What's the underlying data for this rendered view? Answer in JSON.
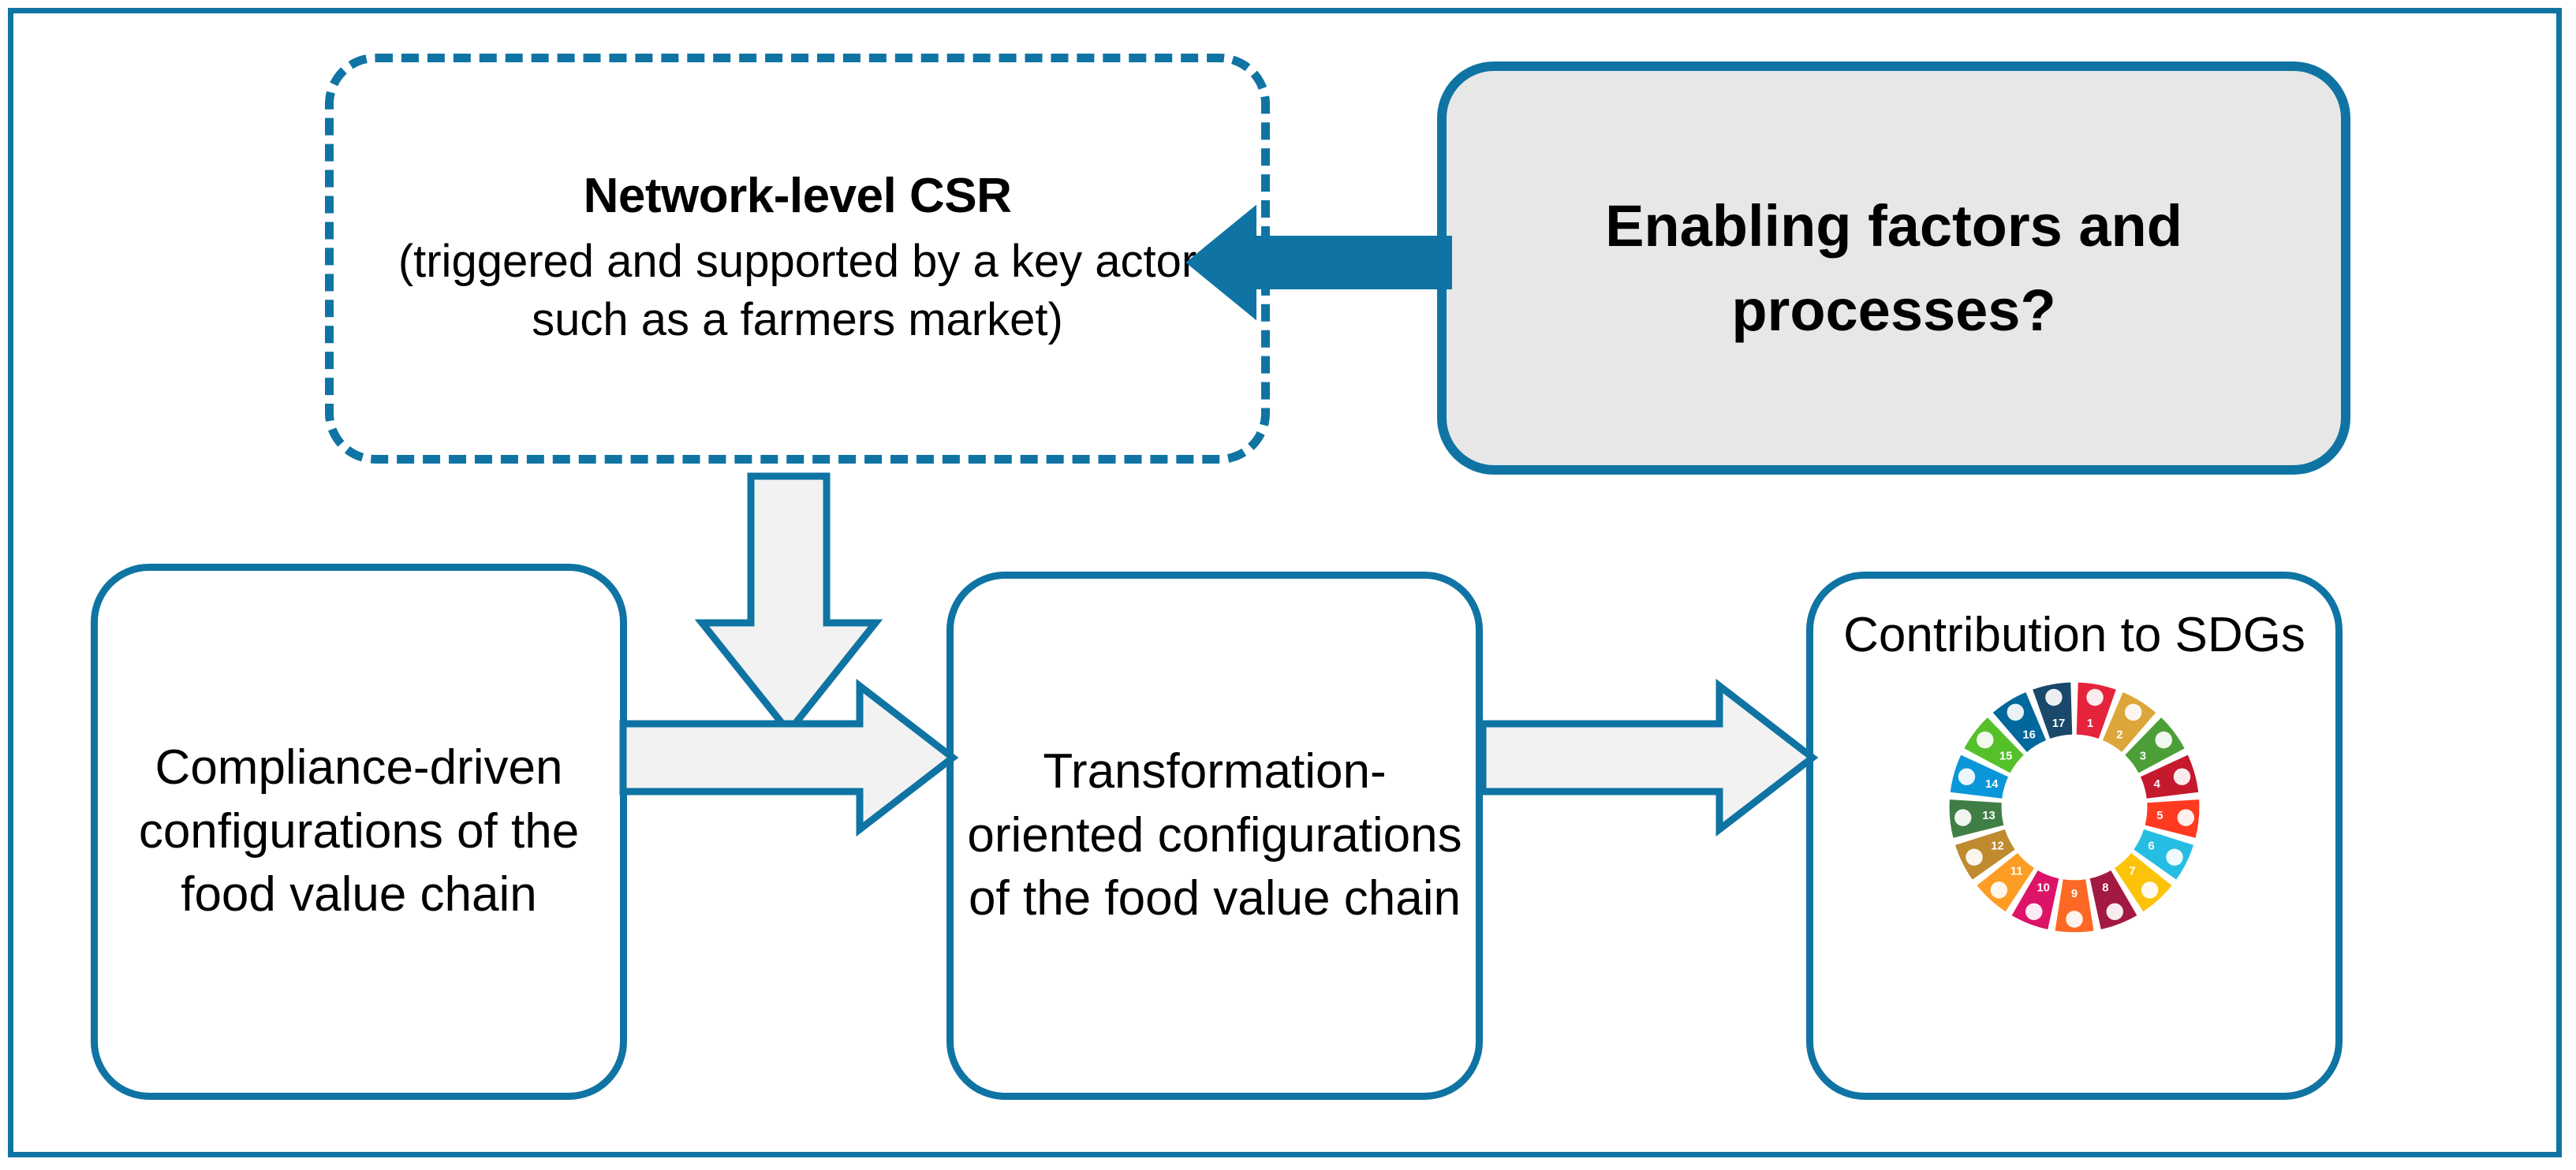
{
  "frame": {
    "border_color": "#0f74a3"
  },
  "nodes": {
    "network_csr": {
      "title": "Network-level CSR",
      "subtitle": "(triggered and supported by a key actor such as a farmers market)",
      "border_color": "#0f74a3",
      "border_style": "dashed",
      "fill": "#ffffff"
    },
    "enabling": {
      "label": "Enabling factors and processes?",
      "border_color": "#0f74a3",
      "fill": "#e7e7e7"
    },
    "compliance": {
      "label": "Compliance-driven configurations of the food value chain",
      "border_color": "#0f74a3",
      "fill": "#ffffff"
    },
    "transformation": {
      "label": "Transformation-oriented configurations of the food value chain",
      "border_color": "#0f74a3",
      "fill": "#ffffff"
    },
    "sdg": {
      "label": "Contribution to SDGs",
      "border_color": "#0f74a3",
      "fill": "#ffffff"
    }
  },
  "arrows": {
    "enabling_to_network": {
      "direction": "left",
      "fill": "#0f74a3",
      "stroke": "#0f74a3"
    },
    "network_to_transformation": {
      "direction": "down",
      "fill": "#f2f2f2",
      "stroke": "#0f74a3"
    },
    "compliance_to_transformation": {
      "direction": "right",
      "fill": "#f2f2f2",
      "stroke": "#0f74a3"
    },
    "transformation_to_sdg": {
      "direction": "right",
      "fill": "#f2f2f2",
      "stroke": "#0f74a3"
    }
  },
  "sdg_wheel": {
    "name": "sdg-color-wheel",
    "segments": [
      {
        "number": "1",
        "color": "#E5243B"
      },
      {
        "number": "2",
        "color": "#DDA63A"
      },
      {
        "number": "3",
        "color": "#4C9F38"
      },
      {
        "number": "4",
        "color": "#C5192D"
      },
      {
        "number": "5",
        "color": "#FF3A21"
      },
      {
        "number": "6",
        "color": "#26BDE2"
      },
      {
        "number": "7",
        "color": "#FCC30B"
      },
      {
        "number": "8",
        "color": "#A21942"
      },
      {
        "number": "9",
        "color": "#FD6925"
      },
      {
        "number": "10",
        "color": "#DD1367"
      },
      {
        "number": "11",
        "color": "#FD9D24"
      },
      {
        "number": "12",
        "color": "#BF8B2E"
      },
      {
        "number": "13",
        "color": "#3F7E44"
      },
      {
        "number": "14",
        "color": "#0A97D9"
      },
      {
        "number": "15",
        "color": "#56C02B"
      },
      {
        "number": "16",
        "color": "#00689D"
      },
      {
        "number": "17",
        "color": "#19486A"
      }
    ]
  }
}
